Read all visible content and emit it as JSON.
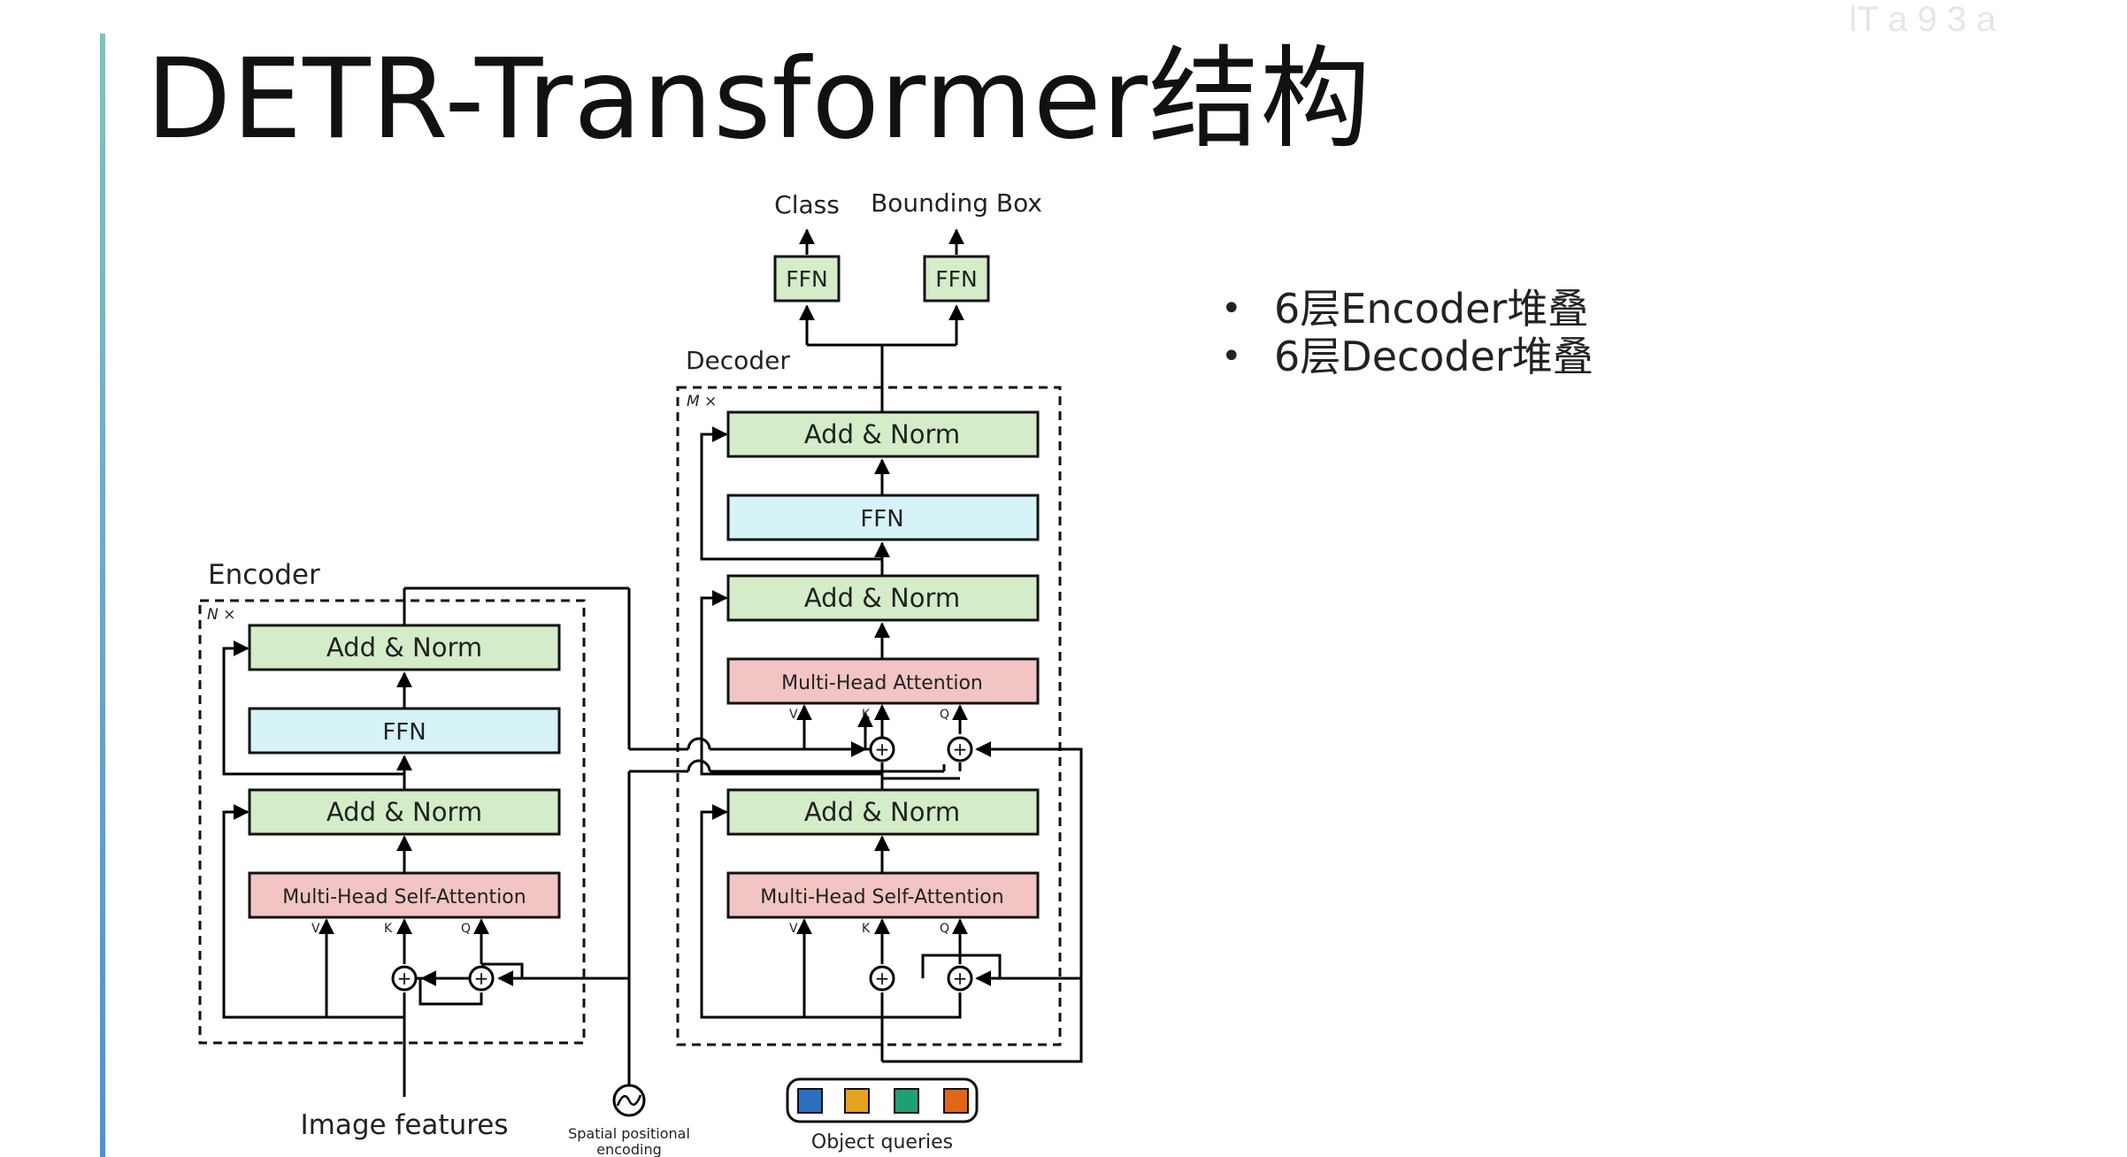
{
  "slide": {
    "title": "DETR-Transformer结构",
    "bullets": [
      "6层Encoder堆叠",
      "6层Decoder堆叠"
    ],
    "watermark": "lT a 9 3 a"
  },
  "diagram": {
    "encoder_label": "Encoder",
    "decoder_label": "Decoder",
    "encoder_repeat": "N ×",
    "decoder_repeat": "M ×",
    "class_label": "Class",
    "bbox_label": "Bounding Box",
    "image_features": "Image features",
    "spatial_pe": [
      "Spatial  positional",
      "encoding"
    ],
    "object_queries": "Object  queries",
    "ffn_head": "FFN",
    "add_norm": "Add  &  Norm",
    "ffn": "FFN",
    "mhsa": "Multi-Head  Self-Attention",
    "mha": "Multi-Head  Attention",
    "plus": "+",
    "port_v": "V",
    "port_k": "K",
    "port_q": "Q",
    "colors": {
      "add_norm": "#d5ecc8",
      "ffn": "#d6f3f7",
      "attention": "#f2c4c4",
      "query_blue": "#2b6fc0",
      "query_orange": "#e7a21f",
      "query_green": "#1f9f74",
      "query_darkorange": "#e0661a"
    }
  }
}
